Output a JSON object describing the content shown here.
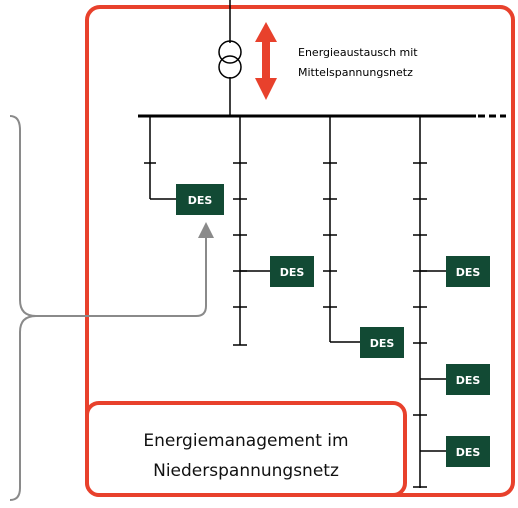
{
  "annotation": {
    "line1": "Energieaustausch mit",
    "line2": "Mittelspannungsnetz"
  },
  "des_label": "DES",
  "management_box": {
    "line1": "Energiemanagement im",
    "line2": "Niederspannungsnetz"
  },
  "colors": {
    "frame": "#e8412c",
    "arrow": "#e8412c",
    "des_fill": "#124a34",
    "brace": "#8a8a8a",
    "line": "#000000"
  }
}
